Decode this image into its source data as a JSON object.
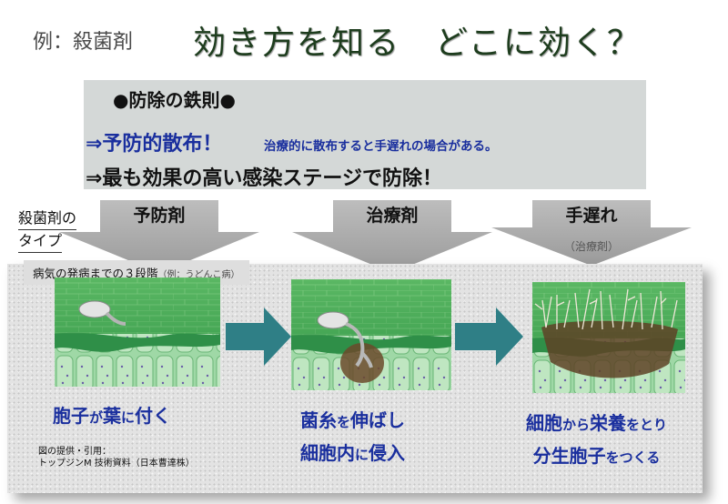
{
  "header": {
    "prefix": "例：殺菌剤",
    "title": "効き方を知る　どこに効く？"
  },
  "rules": {
    "heading": "●防除の鉄則●",
    "rule1_head": "⇒予防的散布！",
    "rule1_note": "治療的に散布すると手遅れの場合がある。",
    "rule2": "⇒最も効果の高い感染ステージで防除！"
  },
  "type_label": {
    "line1": "殺菌剤の",
    "line2": "タイプ"
  },
  "stages": [
    {
      "label": "予防剤",
      "sub": ""
    },
    {
      "label": "治療剤",
      "sub": ""
    },
    {
      "label": "手遅れ",
      "sub": "（治療剤）"
    }
  ],
  "panel": {
    "caption": "病気の発病までの３段階",
    "caption_example": "（例：うどんこ病）"
  },
  "captions": {
    "c1": {
      "a": "胞子",
      "b": "が",
      "c": "葉",
      "d": "に",
      "e": "付く"
    },
    "c2": {
      "a": "菌糸",
      "b": "を",
      "c": "伸ばし",
      "d": "細胞内",
      "e": "に",
      "f": "侵入"
    },
    "c3": {
      "a": "細胞",
      "b": "から",
      "c": "栄養",
      "d": "をとり",
      "e": "分生胞子",
      "f": "をつくる"
    }
  },
  "credit": {
    "line1": "図の提供・引用：",
    "line2": "トップジンM 技術資料（日本曹達株）"
  },
  "colors": {
    "text_blue": "#1a2f9e",
    "leaf_green": "#3da35a",
    "arrow_teal": "#2f7f86",
    "rules_bg": "#d4d8d7"
  }
}
